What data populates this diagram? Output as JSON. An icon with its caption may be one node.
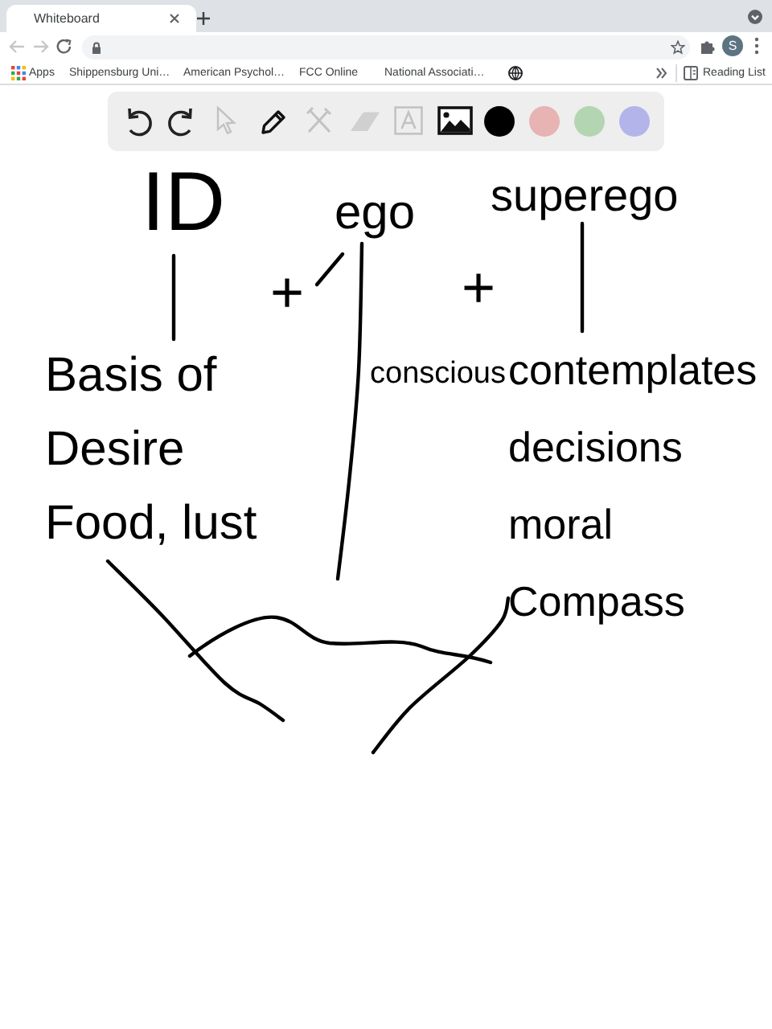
{
  "diagram": {
    "nodes": [
      {
        "text": [
          "ID"
        ]
      },
      {
        "text": [
          "ego"
        ]
      },
      {
        "text": [
          "superego"
        ]
      },
      {
        "text": [
          "Basis of Desire Food, lust"
        ]
      },
      {
        "text": [
          "contemplates decisions moral Compass"
        ]
      }
    ],
    "edges": [
      {
        "from": 0,
        "to": 3,
        "arrow": "none"
      },
      {
        "from": 1,
        "to": null,
        "arrow": "none"
      },
      {
        "from": 2,
        "to": 4,
        "arrow": "none"
      },
      {
        "from": 3,
        "to": null,
        "arrow": "none"
      },
      {
        "from": 4,
        "to": null,
        "arrow": "none"
      }
    ],
    "labels": [
      "Whiteboard",
      "S",
      "Apps",
      "Shippensburg Uni…",
      "American Psychol…",
      "FCC Online",
      "National Associati…",
      "Reading List",
      "+",
      "+",
      "conscious"
    ]
  }
}
